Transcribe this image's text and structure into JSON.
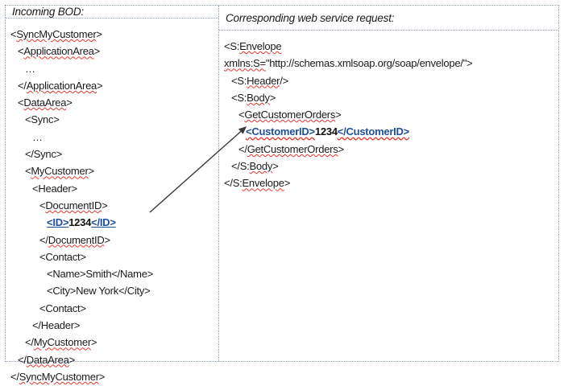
{
  "figure": {
    "columns": [
      {
        "id": "incoming-bod",
        "title": "Incoming BOD:",
        "lines": [
          {
            "indent": 0,
            "parts": [
              {
                "text": "<",
                "style": "plain"
              },
              {
                "text": "SyncMyCustomer",
                "style": "squiggle"
              },
              {
                "text": ">",
                "style": "plain"
              }
            ]
          },
          {
            "indent": 1,
            "parts": [
              {
                "text": "<",
                "style": "plain"
              },
              {
                "text": "ApplicationArea",
                "style": "squiggle"
              },
              {
                "text": ">",
                "style": "plain"
              }
            ]
          },
          {
            "indent": 2,
            "parts": [
              {
                "text": "…",
                "style": "plain"
              }
            ]
          },
          {
            "indent": 1,
            "parts": [
              {
                "text": "</",
                "style": "plain"
              },
              {
                "text": "ApplicationArea",
                "style": "squiggle"
              },
              {
                "text": ">",
                "style": "plain"
              }
            ]
          },
          {
            "indent": 1,
            "parts": [
              {
                "text": "<",
                "style": "plain"
              },
              {
                "text": "DataArea",
                "style": "squiggle"
              },
              {
                "text": ">",
                "style": "plain"
              }
            ]
          },
          {
            "indent": 2,
            "parts": [
              {
                "text": "<Sync>",
                "style": "plain"
              }
            ]
          },
          {
            "indent": 3,
            "parts": [
              {
                "text": "…",
                "style": "plain"
              }
            ]
          },
          {
            "indent": 2,
            "parts": [
              {
                "text": "</Sync>",
                "style": "plain"
              }
            ]
          },
          {
            "indent": 2,
            "parts": [
              {
                "text": "<",
                "style": "plain"
              },
              {
                "text": "MyCustomer",
                "style": "squiggle"
              },
              {
                "text": ">",
                "style": "plain"
              }
            ]
          },
          {
            "indent": 3,
            "parts": [
              {
                "text": "<Header>",
                "style": "plain"
              }
            ]
          },
          {
            "indent": 4,
            "parts": [
              {
                "text": "<",
                "style": "plain"
              },
              {
                "text": "DocumentID",
                "style": "squiggle"
              },
              {
                "text": ">",
                "style": "plain"
              }
            ]
          },
          {
            "indent": 5,
            "parts": [
              {
                "text": "<ID>",
                "style": "link"
              },
              {
                "text": "1234",
                "style": "bold"
              },
              {
                "text": "</ID>",
                "style": "link"
              }
            ]
          },
          {
            "indent": 4,
            "parts": [
              {
                "text": "</",
                "style": "plain"
              },
              {
                "text": "DocumentID",
                "style": "squiggle"
              },
              {
                "text": ">",
                "style": "plain"
              }
            ]
          },
          {
            "indent": 4,
            "parts": [
              {
                "text": "<Contact>",
                "style": "plain"
              }
            ]
          },
          {
            "indent": 5,
            "parts": [
              {
                "text": "<Name>Smith</Name>",
                "style": "plain"
              }
            ]
          },
          {
            "indent": 5,
            "parts": [
              {
                "text": "<City>New York</City>",
                "style": "plain"
              }
            ]
          },
          {
            "indent": 4,
            "parts": [
              {
                "text": "<Contact>",
                "style": "plain"
              }
            ]
          },
          {
            "indent": 3,
            "parts": [
              {
                "text": "</Header>",
                "style": "plain"
              }
            ]
          },
          {
            "indent": 2,
            "parts": [
              {
                "text": "</",
                "style": "plain"
              },
              {
                "text": "MyCustomer",
                "style": "squiggle"
              },
              {
                "text": ">",
                "style": "plain"
              }
            ]
          },
          {
            "indent": 1,
            "parts": [
              {
                "text": "</",
                "style": "plain"
              },
              {
                "text": "DataArea",
                "style": "squiggle"
              },
              {
                "text": ">",
                "style": "plain"
              }
            ]
          },
          {
            "indent": 0,
            "parts": [
              {
                "text": "</",
                "style": "plain"
              },
              {
                "text": "SyncMyCustomer",
                "style": "squiggle"
              },
              {
                "text": ">",
                "style": "plain"
              }
            ]
          }
        ]
      },
      {
        "id": "web-service-request",
        "title": "Corresponding web service request:",
        "lines": [
          {
            "indent": 0,
            "parts": [
              {
                "text": "<S:",
                "style": "plain"
              },
              {
                "text": "Envelope",
                "style": "squiggle"
              }
            ]
          },
          {
            "indent": 0,
            "parts": [
              {
                "text": "xmlns:S=",
                "style": "squiggle"
              },
              {
                "text": "\"http://schemas.xmlsoap.org/soap/envelope/\">",
                "style": "plain"
              }
            ]
          },
          {
            "indent": 1,
            "parts": [
              {
                "text": "<S:",
                "style": "plain"
              },
              {
                "text": "Header",
                "style": "squiggle"
              },
              {
                "text": "/>",
                "style": "plain"
              }
            ]
          },
          {
            "indent": 1,
            "parts": [
              {
                "text": "<S:",
                "style": "plain"
              },
              {
                "text": "Body",
                "style": "squiggle"
              },
              {
                "text": ">",
                "style": "plain"
              }
            ]
          },
          {
            "indent": 2,
            "parts": [
              {
                "text": "<",
                "style": "plain"
              },
              {
                "text": "GetCustomerOrders",
                "style": "squiggle"
              },
              {
                "text": ">",
                "style": "plain"
              }
            ]
          },
          {
            "indent": 3,
            "parts": [
              {
                "text": "<CustomerID>",
                "style": "link-squiggle"
              },
              {
                "text": "1234",
                "style": "bold"
              },
              {
                "text": "</CustomerID>",
                "style": "link-squiggle"
              }
            ]
          },
          {
            "indent": 2,
            "parts": [
              {
                "text": "</",
                "style": "plain"
              },
              {
                "text": "GetCustomerOrders",
                "style": "squiggle"
              },
              {
                "text": ">",
                "style": "plain"
              }
            ]
          },
          {
            "indent": 1,
            "parts": [
              {
                "text": "</S:",
                "style": "plain"
              },
              {
                "text": "Body",
                "style": "squiggle"
              },
              {
                "text": ">",
                "style": "plain"
              }
            ]
          },
          {
            "indent": 0,
            "parts": [
              {
                "text": "</S:",
                "style": "plain"
              },
              {
                "text": "Envelope",
                "style": "squiggle"
              },
              {
                "text": ">",
                "style": "plain"
              }
            ]
          }
        ]
      }
    ],
    "connector": {
      "label": "mapping-arrow",
      "from_element": "<ID>1234</ID>",
      "to_element": "<CustomerID>1234</CustomerID>",
      "color": "#3a3a3a"
    },
    "colors": {
      "border": "#8fa3bf",
      "text": "#1a1a1a",
      "highlight": "#1f4e9c",
      "spellcheck": "#e8382c",
      "background": "#ffffff"
    }
  }
}
